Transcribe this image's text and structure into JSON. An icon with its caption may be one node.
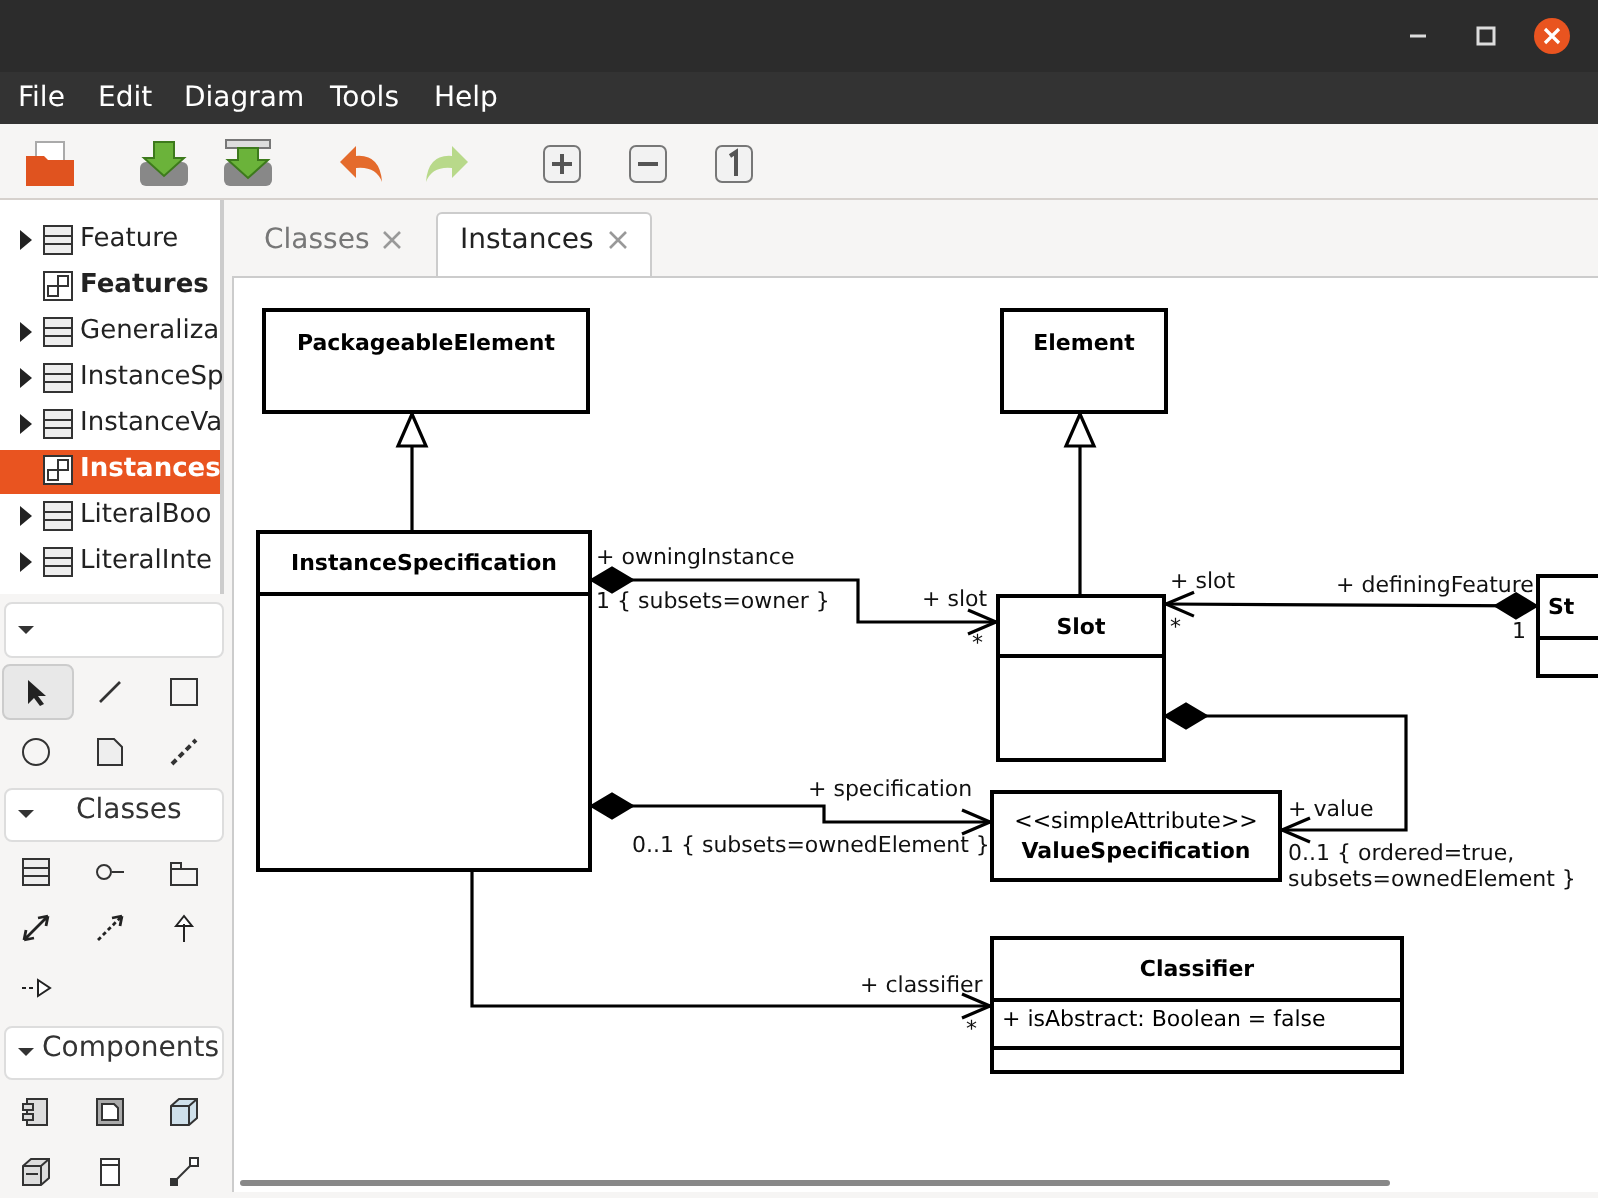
{
  "diagram": {
    "nodes": [
      {
        "text": [
          "PackageableElement"
        ]
      },
      {
        "text": [
          "Element"
        ]
      },
      {
        "text": [
          "InstanceSpecification"
        ]
      },
      {
        "text": [
          "Slot"
        ]
      },
      {
        "text": [
          "St"
        ]
      },
      {
        "text": [
          "<<simpleAttribute>>",
          "ValueSpecification"
        ]
      },
      {
        "text": [
          "Classifier",
          "+ isAbstract: Boolean = false"
        ]
      }
    ],
    "edges": [
      {
        "from": 2,
        "to": 0,
        "arrow": "to"
      },
      {
        "from": 3,
        "to": 1,
        "arrow": "to"
      },
      {
        "from": 2,
        "to": 3,
        "arrow": "to"
      },
      {
        "from": 4,
        "to": 3,
        "arrow": "to"
      },
      {
        "from": 3,
        "to": 5,
        "arrow": "to"
      },
      {
        "from": 2,
        "to": 5,
        "arrow": "to"
      },
      {
        "from": 2,
        "to": 6,
        "arrow": "to"
      }
    ],
    "labels": [
      "File",
      "Edit",
      "Diagram",
      "Tools",
      "Help",
      "Feature",
      "Features",
      "Generaliza",
      "InstanceSp",
      "InstanceVa",
      "Instances",
      "LiteralBoo",
      "LiteralInte",
      "Classes",
      "Instances",
      "Classes",
      "Components",
      "+ owningInstance",
      "1 { subsets=owner }",
      "+ slot",
      "*",
      "+ slot",
      "+ definingFeature",
      "*",
      "1",
      "+ specification",
      "+ value",
      "0..1 { subsets=ownedElement }",
      "0..1 { ordered=true, subsets=ownedElement }",
      "+ classifier",
      "*"
    ]
  }
}
